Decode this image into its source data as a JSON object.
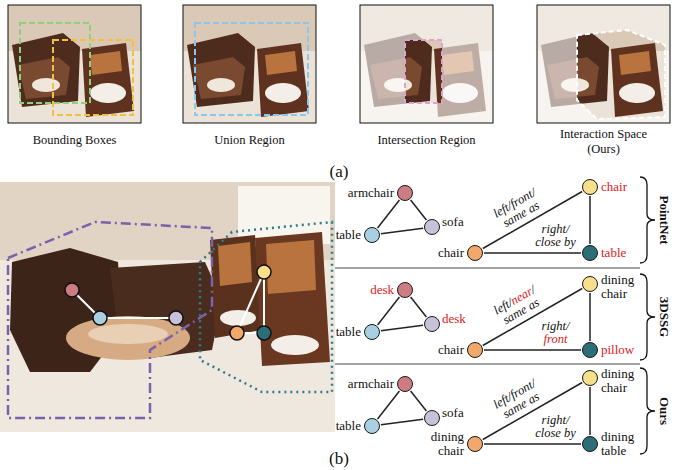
{
  "diagram": {
    "nodes": [
      {
        "text": [
          "armchair"
        ]
      },
      {
        "text": [
          "table"
        ]
      },
      {
        "text": [
          "sofa"
        ]
      },
      {
        "text": [
          "chair"
        ]
      },
      {
        "text": [
          "chair"
        ]
      },
      {
        "text": [
          "table"
        ]
      },
      {
        "text": [
          "desk"
        ]
      },
      {
        "text": [
          "table"
        ]
      },
      {
        "text": [
          "desk"
        ]
      },
      {
        "text": [
          "dining chair"
        ]
      },
      {
        "text": [
          "chair"
        ]
      },
      {
        "text": [
          "pillow"
        ]
      },
      {
        "text": [
          "armchair"
        ]
      },
      {
        "text": [
          "table"
        ]
      },
      {
        "text": [
          "sofa"
        ]
      },
      {
        "text": [
          "dining chair"
        ]
      },
      {
        "text": [
          "dining chair"
        ]
      },
      {
        "text": [
          "dining table"
        ]
      }
    ],
    "edges": [
      {
        "from": 0,
        "to": 1,
        "arrow": "none"
      },
      {
        "from": 0,
        "to": 2,
        "arrow": "none"
      },
      {
        "from": 1,
        "to": 2,
        "arrow": "none"
      },
      {
        "from": 4,
        "to": 3,
        "label": "left/front/ same as",
        "arrow": "none"
      },
      {
        "from": 4,
        "to": 5,
        "label": "right/ close by",
        "arrow": "none"
      },
      {
        "from": 3,
        "to": 5,
        "arrow": "none"
      },
      {
        "from": 6,
        "to": 7,
        "arrow": "none"
      },
      {
        "from": 6,
        "to": 8,
        "arrow": "none"
      },
      {
        "from": 7,
        "to": 8,
        "arrow": "none"
      },
      {
        "from": 10,
        "to": 9,
        "label": "left/near/ same as",
        "arrow": "none"
      },
      {
        "from": 10,
        "to": 11,
        "label": "right/ front",
        "arrow": "none"
      },
      {
        "from": 9,
        "to": 11,
        "arrow": "none"
      },
      {
        "from": 12,
        "to": 13,
        "arrow": "none"
      },
      {
        "from": 12,
        "to": 14,
        "arrow": "none"
      },
      {
        "from": 13,
        "to": 14,
        "arrow": "none"
      },
      {
        "from": 16,
        "to": 15,
        "label": "left/front/ same as",
        "arrow": "none"
      },
      {
        "from": 16,
        "to": 17,
        "label": "right/ close by",
        "arrow": "none"
      },
      {
        "from": 15,
        "to": 17,
        "arrow": "none"
      }
    ],
    "labels": [
      "Bounding Boxes",
      "Union Region",
      "Intersection Region",
      "Interaction Space (Ours)",
      "(a)",
      "PointNet",
      "3DSSG",
      "Ours",
      "(b)"
    ]
  }
}
